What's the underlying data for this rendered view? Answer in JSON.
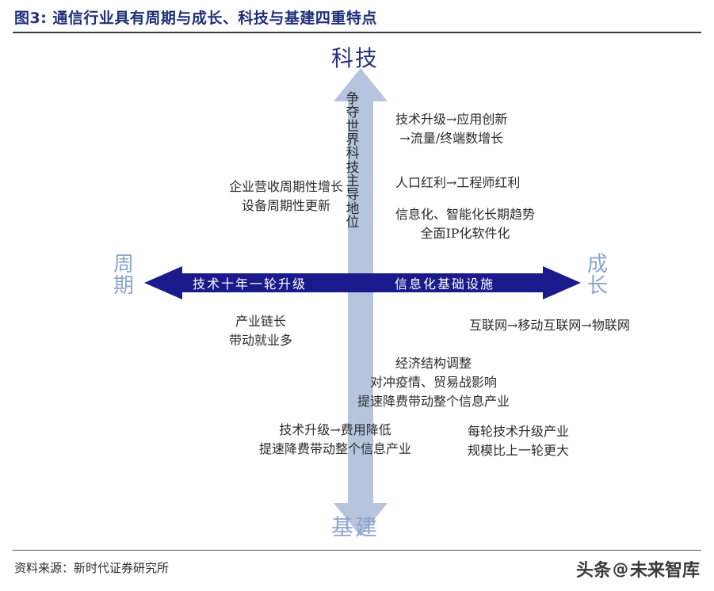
{
  "header": {
    "figure_number": "图3:",
    "title": "通信行业具有周期与成长、科技与基建四重特点",
    "full_title": "图3:    通信行业具有周期与成长、科技与基建四重特点"
  },
  "axes": {
    "top_label": "科技",
    "bottom_label": "基建",
    "left_label_line1": "周",
    "left_label_line2": "期",
    "right_label_line1": "成",
    "right_label_line2": "长",
    "vertical_shaft_text": "争夺世界科技主导地位",
    "vertical_shaft_chars": [
      "争",
      "夺",
      "世",
      "界",
      "科",
      "技",
      "主",
      "导",
      "地",
      "位"
    ],
    "horizontal_left_text": "技术十年一轮升级",
    "horizontal_right_text": "信息化基础设施"
  },
  "notes": {
    "q1a_line1": "技术升级→应用创新",
    "q1a_line2": "→流量/终端数增长",
    "q1b_line1": "人口红利→工程师红利",
    "q1c_line1": "信息化、智能化长期趋势",
    "q1c_line2": "全面IP化软件化",
    "q2_line1": "企业营收周期性增长",
    "q2_line2": "设备周期性更新",
    "q3_line1": "产业链长",
    "q3_line2": "带动就业多",
    "q4_line1": "互联网→移动互联网→物联网",
    "center_line1": "经济结构调整",
    "center_line2": "对冲疫情、贸易战影响",
    "center_line3": "提速降费带动整个信息产业",
    "bl_line1": "技术升级→费用降低",
    "bl_line2": "提速降费带动整个信息产业",
    "br_line1": "每轮技术升级产业",
    "br_line2": "规模比上一轮更大"
  },
  "footer": {
    "source": "资料来源：新时代证券研究所",
    "watermark_prefix": "头条",
    "watermark_at": "@",
    "watermark_name": "未来智库"
  },
  "colors": {
    "title_navy": "#1f2f7a",
    "arrow_navy": "#1a1a8c",
    "arrow_light_blue": "#b6c4de",
    "label_light_blue": "#8ba4cf",
    "label_dark_navy": "#26307c",
    "text_black": "#2b2b2b",
    "background": "#ffffff"
  }
}
